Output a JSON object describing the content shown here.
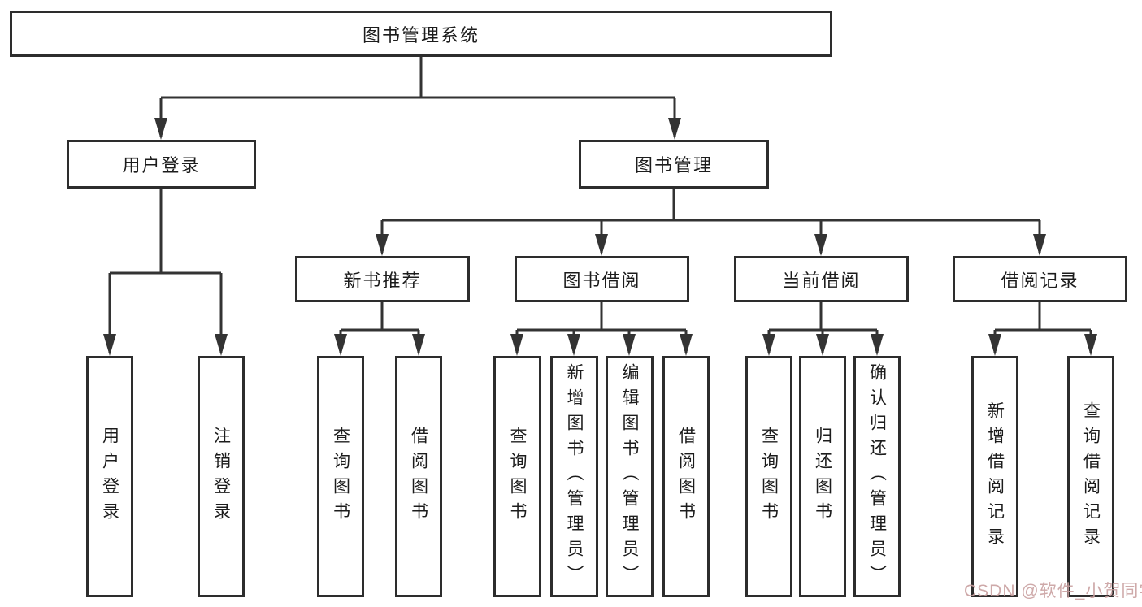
{
  "diagram_type": "hierarchy-tree",
  "colors": {
    "line": "#333333",
    "box_border": "#2d2d2d",
    "box_background": "#ffffff",
    "text": "#1c1c1c",
    "watermark": "#c9a0a0"
  },
  "watermark": {
    "text": "CSDN @软件_小贺同学"
  },
  "tree": {
    "root": {
      "label": "图书管理系统",
      "children": [
        {
          "label": "用户登录",
          "children": [
            {
              "label": "用户登录"
            },
            {
              "label": "注销登录"
            }
          ]
        },
        {
          "label": "图书管理",
          "children": [
            {
              "label": "新书推荐",
              "children": [
                {
                  "label": "查询图书"
                },
                {
                  "label": "借阅图书"
                }
              ]
            },
            {
              "label": "图书借阅",
              "children": [
                {
                  "label": "查询图书"
                },
                {
                  "label": "新增图书（管理员）"
                },
                {
                  "label": "编辑图书（管理员）"
                },
                {
                  "label": "借阅图书"
                }
              ]
            },
            {
              "label": "当前借阅",
              "children": [
                {
                  "label": "查询图书"
                },
                {
                  "label": "归还图书"
                },
                {
                  "label": "确认归还（管理员）"
                }
              ]
            },
            {
              "label": "借阅记录",
              "children": [
                {
                  "label": "新增借阅记录"
                },
                {
                  "label": "查询借阅记录"
                }
              ]
            }
          ]
        }
      ]
    }
  }
}
